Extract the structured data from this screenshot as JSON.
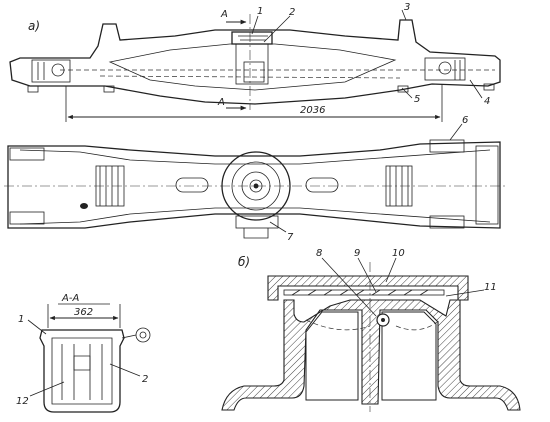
{
  "view_labels": {
    "a": "а)",
    "b": "б)"
  },
  "section_marks": {
    "top": "А",
    "bottom": "А"
  },
  "callouts": [
    "1",
    "2",
    "3",
    "4",
    "5",
    "6",
    "7",
    "8",
    "9",
    "10",
    "11",
    "1",
    "2",
    "12"
  ],
  "dimensions": {
    "main_length": "2036",
    "section_name": "А-А",
    "section_width": "362"
  }
}
